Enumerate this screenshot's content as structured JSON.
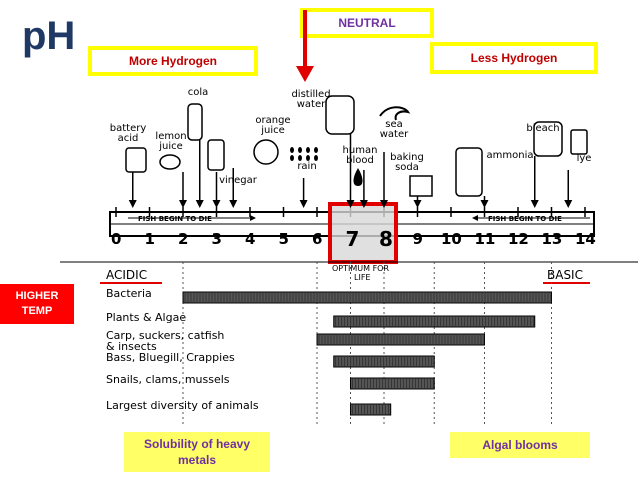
{
  "title": "pH",
  "neutral_label": "NEUTRAL",
  "more_hydrogen_label": "More Hydrogen",
  "less_hydrogen_label": "Less Hydrogen",
  "higher_temp_label": "HIGHER\nTEMP",
  "solubility_label": "Solubility of heavy\nmetals",
  "algal_label": "Algal blooms",
  "scale": {
    "numbers": [
      "0",
      "1",
      "2",
      "3",
      "4",
      "5",
      "6",
      "7",
      "8",
      "9",
      "10",
      "11",
      "12",
      "13",
      "14"
    ],
    "fish_left_label": "FISH BEGIN TO DIE",
    "fish_right_label": "FISH BEGIN TO DIE",
    "acidic_label": "ACIDIC",
    "basic_label": "BASIC",
    "optimum_label_1": "OPTIMUM FOR",
    "optimum_label_2": "LIFE"
  },
  "substances": [
    {
      "name": "battery acid",
      "ph": 0.5
    },
    {
      "name": "lemon juice",
      "ph": 2
    },
    {
      "name": "cola",
      "ph": 2.5
    },
    {
      "name": "vinegar",
      "ph": 3
    },
    {
      "name": "orange juice",
      "ph": 3.5
    },
    {
      "name": "rain",
      "ph": 5.6
    },
    {
      "name": "distilled water",
      "ph": 7
    },
    {
      "name": "human blood",
      "ph": 7.4
    },
    {
      "name": "sea water",
      "ph": 8
    },
    {
      "name": "baking soda",
      "ph": 9
    },
    {
      "name": "ammonia",
      "ph": 11
    },
    {
      "name": "bleach",
      "ph": 12.5
    },
    {
      "name": "lye",
      "ph": 13.5
    }
  ],
  "organisms": [
    {
      "label": "Bacteria",
      "range": [
        2,
        13
      ]
    },
    {
      "label": "Plants & Algae",
      "range": [
        6.5,
        12.5
      ]
    },
    {
      "label": "Carp, suckers, catfish\n& insects",
      "range": [
        6,
        11
      ]
    },
    {
      "label": "Bass, Bluegill, Crappies",
      "range": [
        6.5,
        9.5
      ]
    },
    {
      "label": "Snails, clams, mussels",
      "range": [
        7,
        9.5
      ]
    },
    {
      "label": "Largest diversity of animals",
      "range": [
        7,
        8.2
      ]
    }
  ],
  "colors": {
    "title": "#1f3864",
    "neutral_text": "#7030a0",
    "hydrogen_text": "#c00000",
    "highlight": "#e00000",
    "yellow": "#ffff00"
  }
}
